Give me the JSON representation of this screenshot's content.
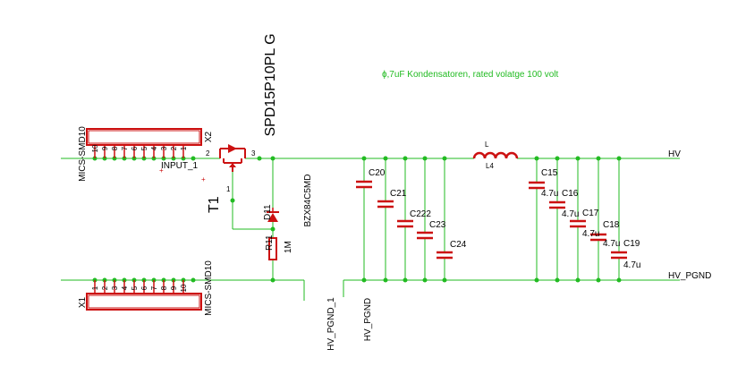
{
  "note": "ɸ,7uF Kondensatoren, rated volatge 100 volt",
  "colors": {
    "wire": "#22bb22",
    "part": "#cc1111",
    "text": "#000000",
    "note": "#22bb22"
  },
  "connectors": {
    "x2": {
      "name": "X2",
      "package": "MICS-SMD10",
      "pins": [
        "10",
        "9",
        "8",
        "7",
        "6",
        "5",
        "4",
        "3",
        "2",
        "1"
      ]
    },
    "x1": {
      "name": "X1",
      "package": "MICS-SMD10",
      "pins": [
        "1",
        "2",
        "3",
        "4",
        "5",
        "6",
        "7",
        "8",
        "9",
        "10"
      ]
    }
  },
  "transistor": {
    "name": "T1",
    "value": "SPD15P10PL G",
    "pin_gate": "1",
    "pin_drain": "2",
    "pin_source": "3"
  },
  "labels": {
    "input": "INPUT_1",
    "hv": "HV",
    "hv_pgnd": "HV_PGND",
    "hv_pgnd_1": "HV_PGND_1",
    "hv_pgnd_2": "HV_PGND"
  },
  "diode": {
    "name": "D11",
    "value": "BZX84C5MD"
  },
  "resistor": {
    "name": "R11",
    "value": "1M"
  },
  "inductor": {
    "name": "L",
    "value": "L4"
  },
  "capacitors": [
    {
      "name": "C20",
      "value": ""
    },
    {
      "name": "C21",
      "value": ""
    },
    {
      "name": "C222",
      "value": ""
    },
    {
      "name": "C23",
      "value": ""
    },
    {
      "name": "C24",
      "value": ""
    },
    {
      "name": "C15",
      "value": "4.7u"
    },
    {
      "name": "C16",
      "value": "4.7u"
    },
    {
      "name": "C17",
      "value": "4.7u"
    },
    {
      "name": "C18",
      "value": "4.7u"
    },
    {
      "name": "C19",
      "value": "4.7u"
    }
  ]
}
